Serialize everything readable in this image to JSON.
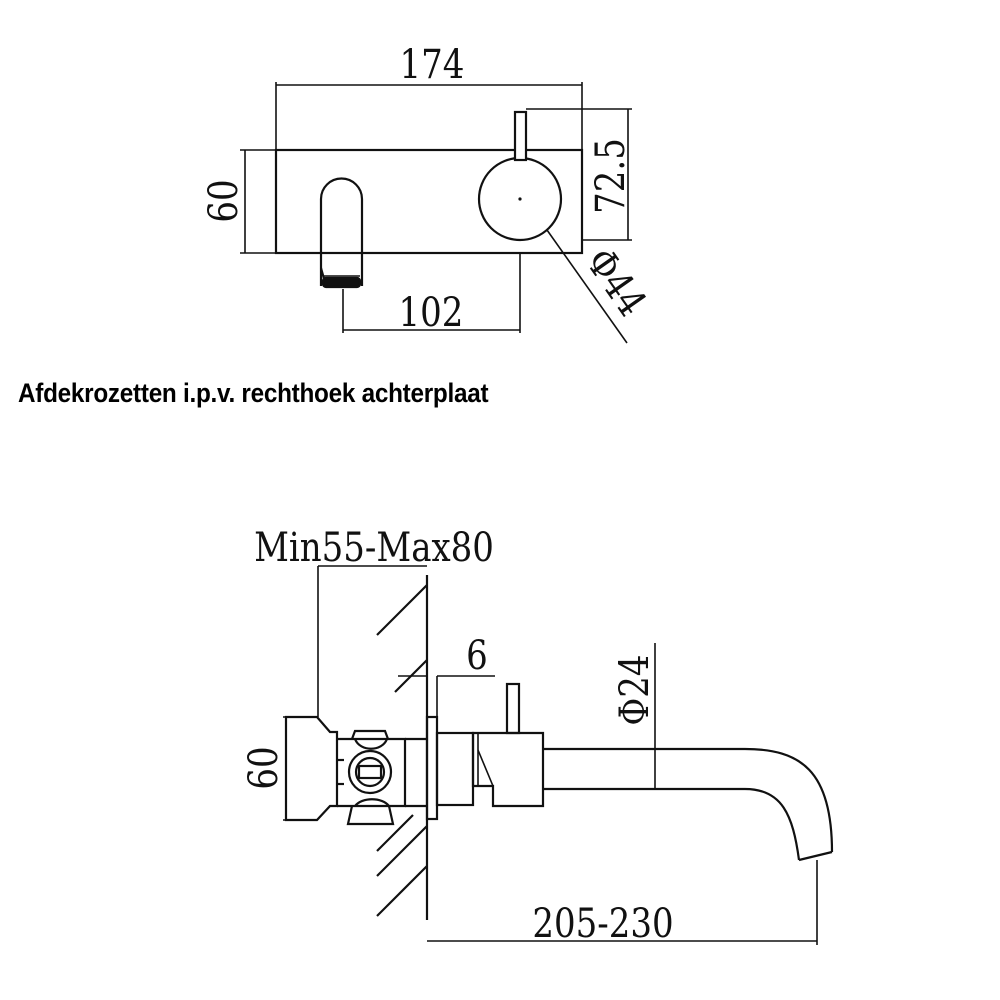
{
  "front_view": {
    "width_label": "174",
    "height_label": "60",
    "handle_height_label": "72.5",
    "spout_offset_label": "102",
    "rosette_diameter_label": "Φ44"
  },
  "caption": "Afdekrozetten i.p.v. rechthoek achterplaat",
  "side_view": {
    "depth_range_label": "Min55-Max80",
    "plate_thickness_label": "6",
    "handle_diameter_label": "Φ24",
    "body_height_label": "60",
    "spout_reach_label": "205-230"
  }
}
